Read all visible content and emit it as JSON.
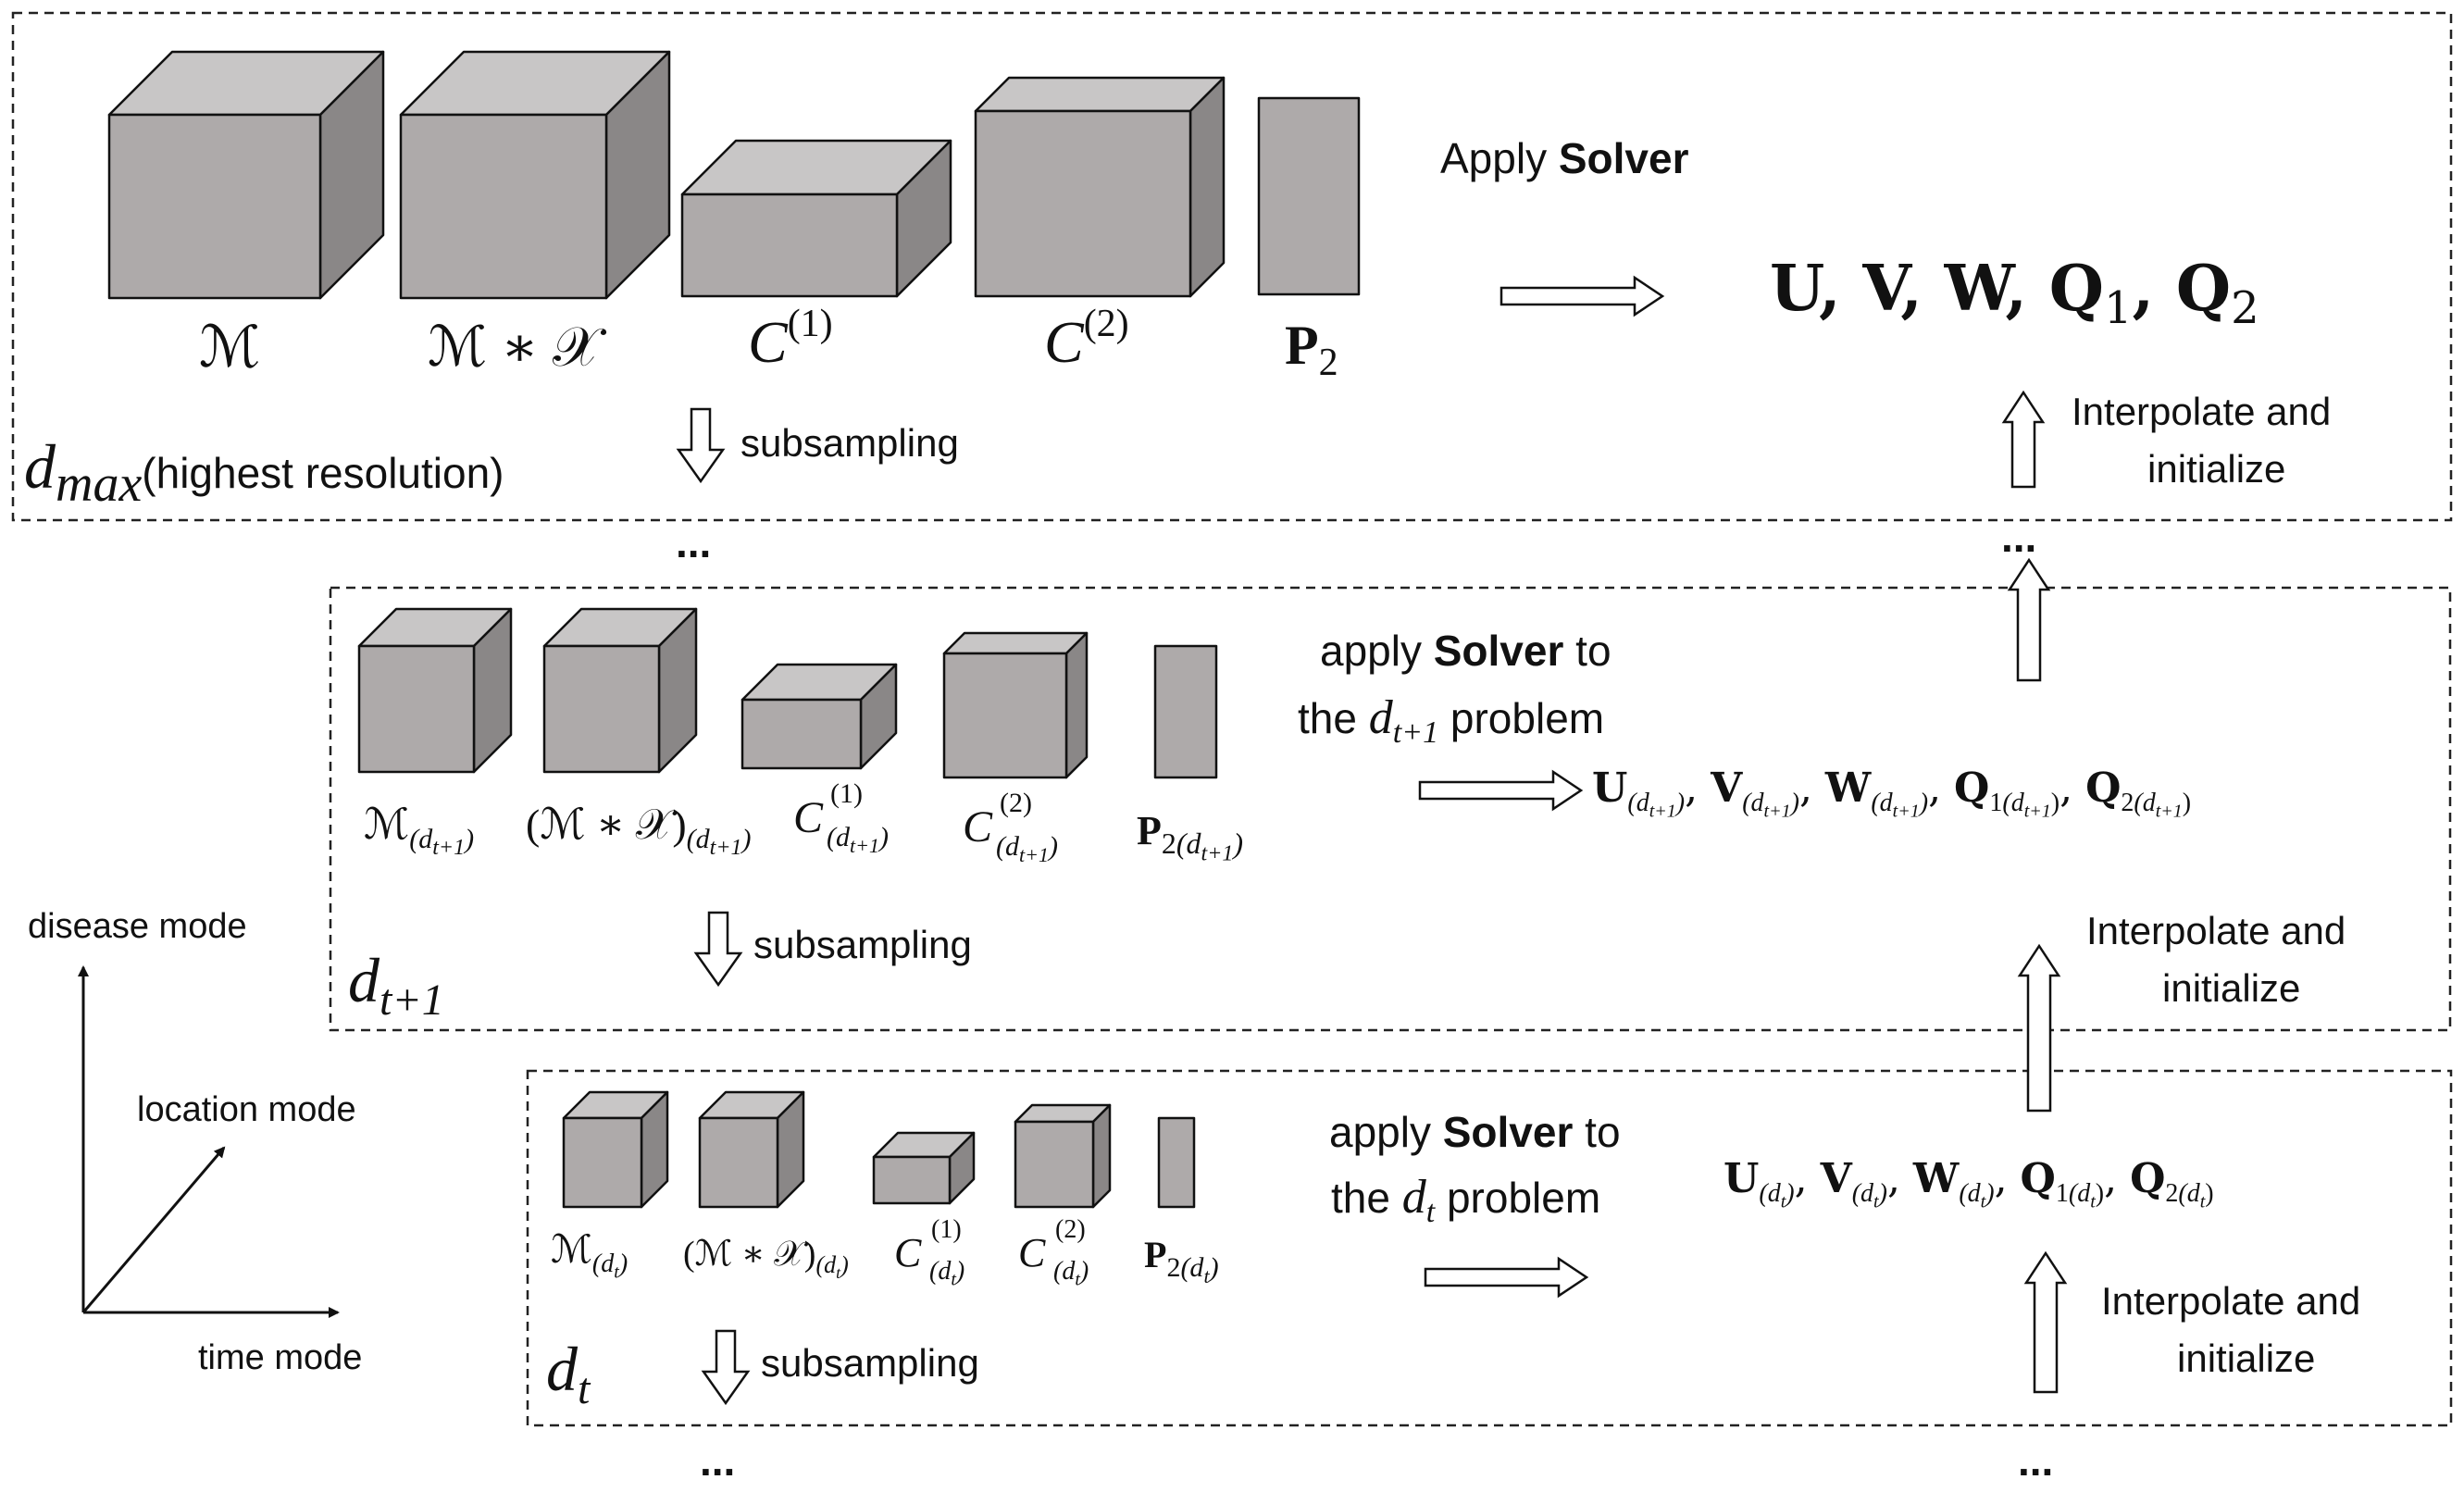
{
  "levels": {
    "dmax": {
      "level_label": "d",
      "level_sub": "max",
      "level_note": "(highest resolution)",
      "tensors": {
        "m": "ℳ",
        "mx": "ℳ ∗ 𝒳",
        "c1": "C",
        "c1_sup": "(1)",
        "c2": "C",
        "c2_sup": "(2)",
        "p2": "P",
        "p2_sub": "2"
      },
      "apply_plain": "Apply ",
      "apply_bold": "Solver",
      "outputs": "U, V, W, Q",
      "outputs_q1_sub": "1",
      "outputs_sep": ", Q",
      "outputs_q2_sub": "2",
      "subsampling": "subsampling",
      "interpolate": [
        "Interpolate and",
        "initialize"
      ]
    },
    "dt1": {
      "level_label": "d",
      "level_sub": "t+1",
      "tensors": {
        "m": "ℳ",
        "mx": "(ℳ ∗ 𝒳)",
        "c1": "C",
        "c1_sup": "(1)",
        "c2": "C",
        "c2_sup": "(2)",
        "p2": "P",
        "p2_sub": "2",
        "index": "(d",
        "index_sub": "t+1",
        "index_close": ")"
      },
      "apply_line1_plain": "apply ",
      "apply_line1_bold": "Solver",
      "apply_line1_end": " to",
      "apply_line2_pre": "the ",
      "apply_line2_var": "d",
      "apply_line2_sub": "t+1",
      "apply_line2_post": " problem",
      "outputs": [
        "U",
        "V",
        "W",
        "Q",
        "Q"
      ],
      "outputs_q_index": [
        "1",
        "2"
      ],
      "subsampling": "subsampling",
      "interpolate": [
        "Interpolate and",
        "initialize"
      ]
    },
    "dt": {
      "level_label": "d",
      "level_sub": "t",
      "tensors": {
        "m": "ℳ",
        "mx": "(ℳ ∗ 𝒳)",
        "c1": "C",
        "c1_sup": "(1)",
        "c2": "C",
        "c2_sup": "(2)",
        "p2": "P",
        "p2_sub": "2",
        "index": "(d",
        "index_sub": "t",
        "index_close": ")"
      },
      "apply_line1_plain": "apply ",
      "apply_line1_bold": "Solver",
      "apply_line1_end": " to",
      "apply_line2_pre": "the ",
      "apply_line2_var": "d",
      "apply_line2_sub": "t",
      "apply_line2_post": " problem",
      "outputs": [
        "U",
        "V",
        "W",
        "Q",
        "Q"
      ],
      "outputs_q_index": [
        "1",
        "2"
      ],
      "subsampling": "subsampling",
      "interpolate": [
        "Interpolate and",
        "initialize"
      ]
    }
  },
  "axes": {
    "disease": "disease mode",
    "location": "location mode",
    "time": "time mode"
  },
  "ellipsis": "...",
  "colors": {
    "cube_front": "#aeaaaa",
    "cube_top": "#c8c6c6",
    "cube_side": "#8a8787",
    "stroke": "#111111"
  }
}
